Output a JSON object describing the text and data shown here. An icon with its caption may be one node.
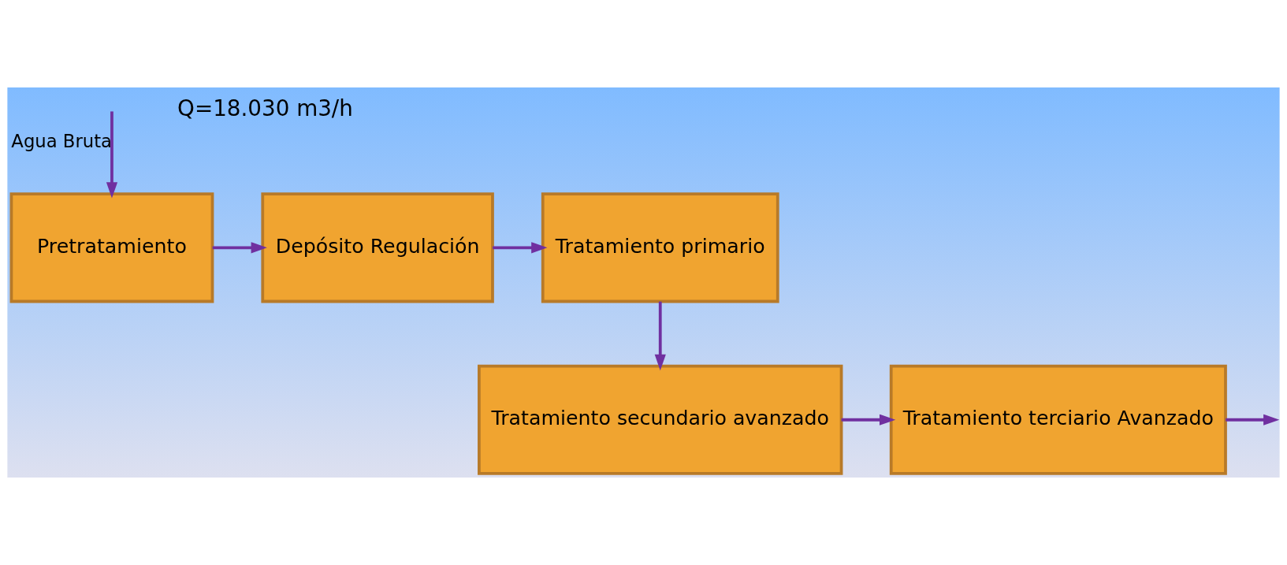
{
  "diagram": {
    "nodes": [
      {
        "text": [
          "Pretratamiento"
        ]
      },
      {
        "text": [
          "Depósito Regulación"
        ]
      },
      {
        "text": [
          "Tratamiento primario"
        ]
      },
      {
        "text": [
          "Tratamiento secundario avanzado"
        ]
      },
      {
        "text": [
          "Tratamiento terciario Avanzado"
        ]
      }
    ],
    "edges": [
      {
        "from": null,
        "to": 0,
        "arrow": "to",
        "label": "Agua Bruta"
      },
      {
        "from": 0,
        "to": 1,
        "arrow": "to"
      },
      {
        "from": 1,
        "to": 2,
        "arrow": "to"
      },
      {
        "from": 2,
        "to": 3,
        "arrow": "to"
      },
      {
        "from": 3,
        "to": 4,
        "arrow": "to"
      },
      {
        "from": 4,
        "to": null,
        "arrow": "to"
      }
    ],
    "labels": [
      "Q=18.030 m3/h"
    ]
  }
}
